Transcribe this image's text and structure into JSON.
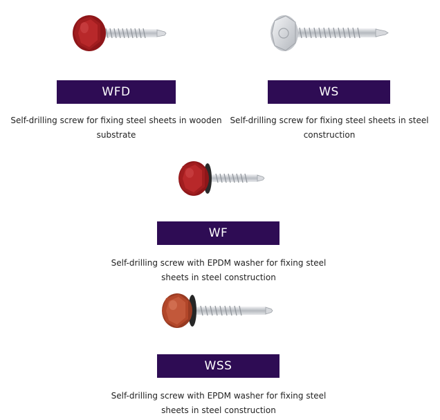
{
  "theme": {
    "label_background": "#2e0c54",
    "label_text": "#ffffff",
    "description_text": "#222222"
  },
  "products": [
    {
      "code": "WFD",
      "description": "Self-drilling screw for fixing steel sheets in wooden substrate",
      "head_color": "#a11d1f",
      "image": "red-hex-head-self-drilling-screw"
    },
    {
      "code": "WS",
      "description": "Self-drilling screw for fixing steel sheets in steel construction",
      "head_color": "#d8dadd",
      "image": "zinc-hex-head-self-drilling-screw"
    },
    {
      "code": "WF",
      "description": "Self-drilling screw with EPDM washer for fixing steel sheets in steel construction",
      "head_color": "#a11d1f",
      "image": "red-hex-head-screw-with-epdm-washer"
    },
    {
      "code": "WSS",
      "description": "Self-drilling screw with EPDM washer for fixing steel sheets in steel construction",
      "head_color": "#b2472a",
      "image": "brown-hex-head-screw-with-epdm-washer"
    }
  ]
}
